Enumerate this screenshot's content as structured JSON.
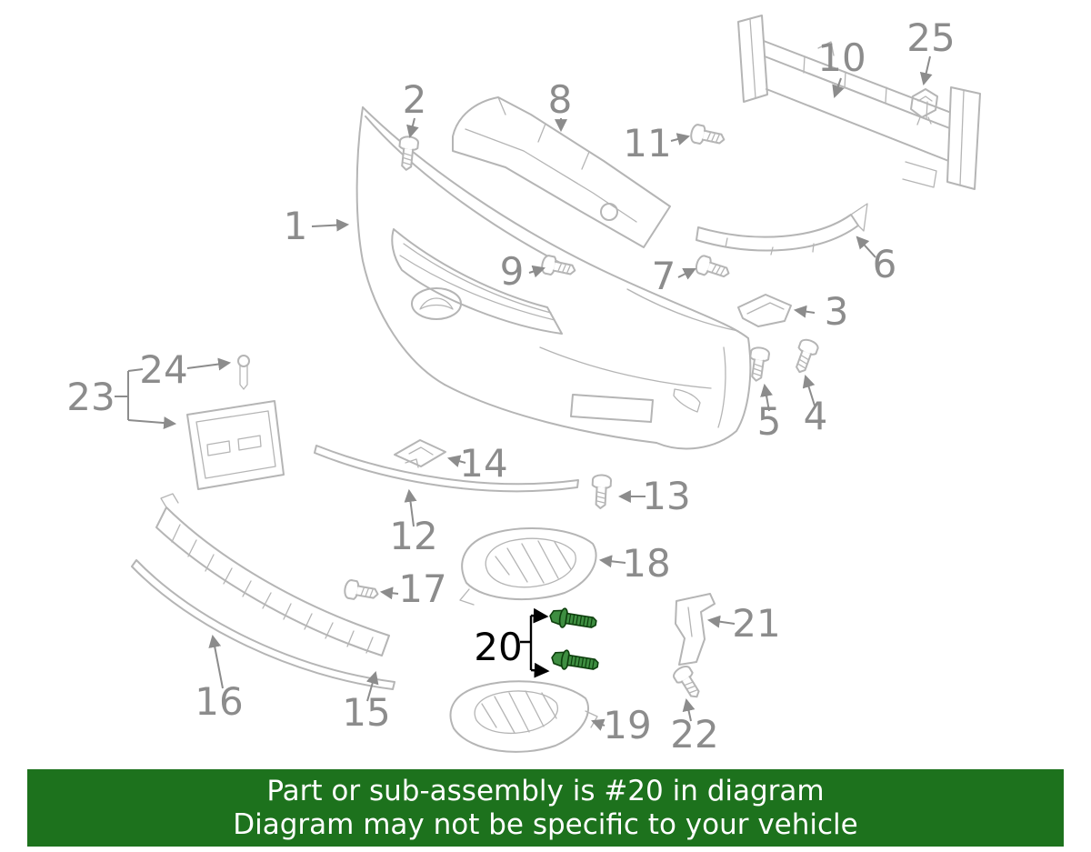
{
  "colors": {
    "banner_bg": "#1d721d",
    "banner_text": "#ffffff",
    "diagram_line": "#b5b5b5",
    "label_gray": "#8c8c8c",
    "highlight_green": "#3e8e41",
    "highlight_outline": "#0d3f0d",
    "highlight_label": "#000000"
  },
  "diagram": {
    "highlighted_part": "20",
    "labels": [
      {
        "text": "1"
      },
      {
        "text": "2"
      },
      {
        "text": "3"
      },
      {
        "text": "4"
      },
      {
        "text": "5"
      },
      {
        "text": "6"
      },
      {
        "text": "7"
      },
      {
        "text": "8"
      },
      {
        "text": "9"
      },
      {
        "text": "10"
      },
      {
        "text": "11"
      },
      {
        "text": "12"
      },
      {
        "text": "13"
      },
      {
        "text": "14"
      },
      {
        "text": "15"
      },
      {
        "text": "16"
      },
      {
        "text": "17"
      },
      {
        "text": "18"
      },
      {
        "text": "19"
      },
      {
        "text": "20"
      },
      {
        "text": "21"
      },
      {
        "text": "22"
      },
      {
        "text": "23"
      },
      {
        "text": "24"
      },
      {
        "text": "25"
      }
    ]
  },
  "banner": {
    "line1": "Part or sub-assembly is #20 in diagram",
    "line2": "Diagram may not be specific to your vehicle"
  }
}
